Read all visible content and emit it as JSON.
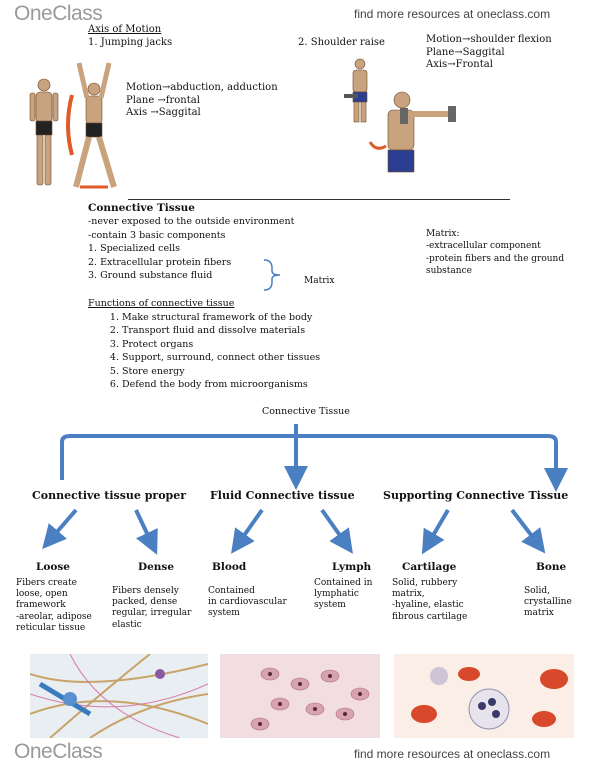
{
  "header": {
    "logo": "OneClass",
    "promo": "find more resources at oneclass.com"
  },
  "footer": {
    "logo": "OneClass",
    "promo": "find more resources at oneclass.com"
  },
  "axis_section": {
    "title": "Axis of Motion",
    "example1": {
      "label": "1. Jumping jacks",
      "lines": [
        "Motion→abduction, adduction",
        "Plane →frontal",
        "Axis →Saggital"
      ]
    },
    "example2": {
      "label": "2. Shoulder raise",
      "lines": [
        "Motion→shoulder flexion",
        "Plane→Saggital",
        "Axis→Frontal"
      ]
    }
  },
  "connective": {
    "title": "Connective Tissue",
    "lines": [
      "-never exposed to the outside environment",
      "-contain 3 basic components",
      "1. Specialized cells",
      "2. Extracellular protein fibers",
      "3. Ground substance fluid"
    ],
    "matrix_label": "Matrix",
    "matrix_note": [
      "Matrix:",
      "-extracellular component",
      "-protein fibers and the ground",
      "substance"
    ]
  },
  "functions": {
    "title": "Functions of connective tissue",
    "items": [
      "Make structural framework of the body",
      "Transport fluid and dissolve materials",
      "Protect organs",
      "Support, surround, connect other tissues",
      "Store energy",
      "Defend the body from microorganisms"
    ]
  },
  "tree": {
    "root": "Connective Tissue",
    "categories": [
      "Connective tissue proper",
      "Fluid Connective tissue",
      "Supporting Connective Tissue"
    ],
    "types": [
      {
        "name": "Loose",
        "desc": [
          "Fibers create",
          "loose, open",
          "framework",
          "-areolar, adipose",
          "reticular tissue"
        ]
      },
      {
        "name": "Dense",
        "desc": [
          "Fibers densely",
          "packed, dense",
          "regular, irregular",
          "elastic"
        ]
      },
      {
        "name": "Blood",
        "desc": [
          "Contained",
          "in cardiovascular",
          "system"
        ]
      },
      {
        "name": "Lymph",
        "desc": [
          "Contained in",
          "lymphatic",
          "system"
        ]
      },
      {
        "name": "Cartilage",
        "desc": [
          "Solid, rubbery",
          "matrix,",
          "-hyaline, elastic",
          "fibrous cartilage"
        ]
      },
      {
        "name": "Bone",
        "desc": [
          "Solid,",
          "crystalline",
          "matrix"
        ]
      }
    ]
  },
  "colors": {
    "arrow": "#4a7fc1",
    "logo": "#9a9a9a",
    "red_arrow": "#e05a2a"
  }
}
